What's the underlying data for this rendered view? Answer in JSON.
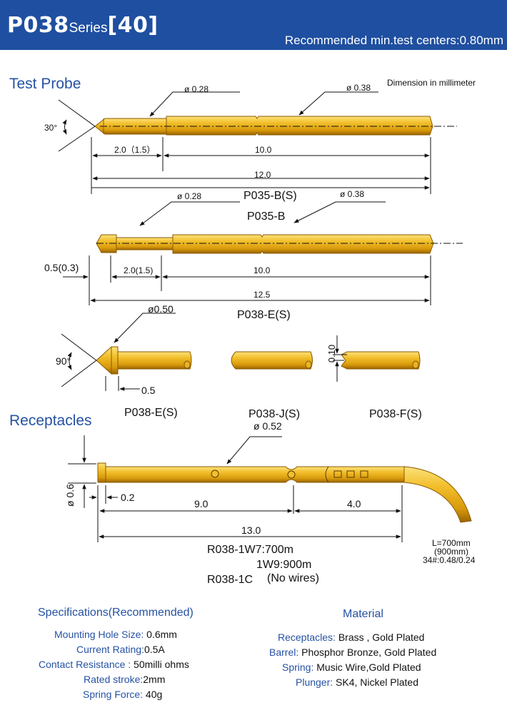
{
  "header": {
    "model": "P038",
    "series_word": "Series",
    "count": "[40]",
    "subtitle": "Recommended min.test centers:0.80mm"
  },
  "test_probe": {
    "title": "Test Probe",
    "unit_note": "Dimension in millimeter",
    "probe1": {
      "dia_small": "ø 0.28",
      "dia_large": "ø 0.38",
      "angle": "30°",
      "dim_front": "2.0（1.5）",
      "dim_barrel": "10.0",
      "dim_total": "12.0",
      "model_a": "P035-B(S)",
      "model_b": "P035-B"
    },
    "probe2": {
      "dia_small": "ø 0.28",
      "dia_large": "ø 0.38",
      "dim_offset": "0.5(0.3)",
      "dim_front": "2.0(1.5)",
      "dim_barrel": "10.0",
      "dim_total": "12.5",
      "model": "P038-E(S)"
    },
    "tips": {
      "dia": "ø0.50",
      "angle": "90°",
      "dim_tip": "0.5",
      "dim_f": "0.10",
      "labels": [
        "P038-E(S)",
        "P038-J(S)",
        "P038-F(S)"
      ]
    }
  },
  "receptacles": {
    "title": "Receptacles",
    "dia_top": "ø 0.52",
    "dia_side": "ø 0.6",
    "dim_collar": "0.2",
    "dim_body": "9.0",
    "dim_tail": "4.0",
    "dim_total": "13.0",
    "models": [
      "R038-1W7:700m",
      "1W9:900m",
      "R038-1C"
    ],
    "no_wires": "(No wires)",
    "wire_notes": [
      "L=700mm",
      "(900mm)",
      "34#:0.48/0.24"
    ]
  },
  "specs": {
    "title": "Specifications(Recommended)",
    "rows": [
      {
        "key": "Mounting Hole Size:",
        "value": " 0.6mm"
      },
      {
        "key": "Current Rating:",
        "value": "0.5A"
      },
      {
        "key": "Contact Resistance :",
        "value": " 50milli ohms"
      },
      {
        "key": "Rated stroke:",
        "value": "2mm"
      },
      {
        "key": "Spring Force:",
        "value": " 40g"
      }
    ]
  },
  "material": {
    "title": "Material",
    "rows": [
      {
        "key": "Receptacles:",
        "value": " Brass , Gold Plated"
      },
      {
        "key": "Barrel:",
        "value": " Phosphor Bronze, Gold Plated"
      },
      {
        "key": "Spring:",
        "value": " Music Wire,Gold Plated"
      },
      {
        "key": "Plunger:",
        "value": " SK4, Nickel Plated"
      }
    ]
  },
  "colors": {
    "header_bg": "#1f4fa0",
    "title_blue": "#2552a3",
    "gold": "#e0a512",
    "gold_dark": "#a06a00"
  }
}
